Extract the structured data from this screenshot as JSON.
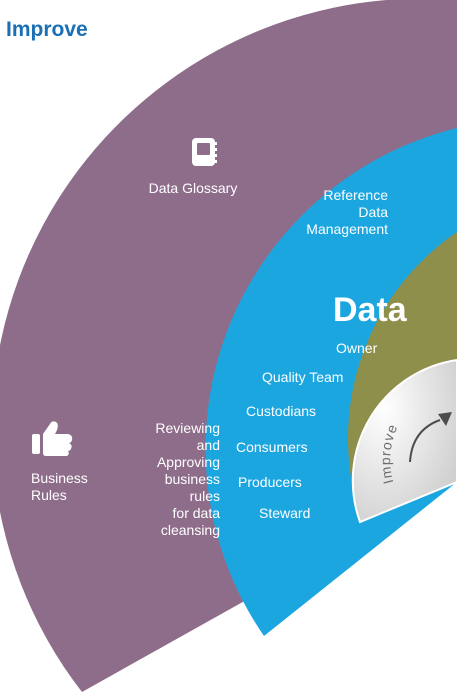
{
  "title": "Improve",
  "outer_ring": {
    "glossary_label": "Data Glossary",
    "rules_label": "Business\nRules",
    "glossary_icon": "notebook-icon",
    "rules_icon": "thumbs-up-icon"
  },
  "middle_ring": {
    "reference_label": "Reference\nData\nManagement",
    "reviewing_label": "Reviewing\nand\nApproving\nbusiness\nrules\nfor data\ncleansing"
  },
  "inner_ring": {
    "heading": "Data",
    "roles": [
      "Owner",
      "Quality Team",
      "Custodians",
      "Consumers",
      "Producers",
      "Steward"
    ]
  },
  "center": {
    "label": "Improve",
    "icon": "curved-arrow-icon"
  },
  "colors": {
    "outer": "#8e6d8b",
    "middle": "#1ba6e0",
    "inner": "#8f8f4c",
    "center": "#d9d9d9",
    "title": "#1a6fb5"
  }
}
